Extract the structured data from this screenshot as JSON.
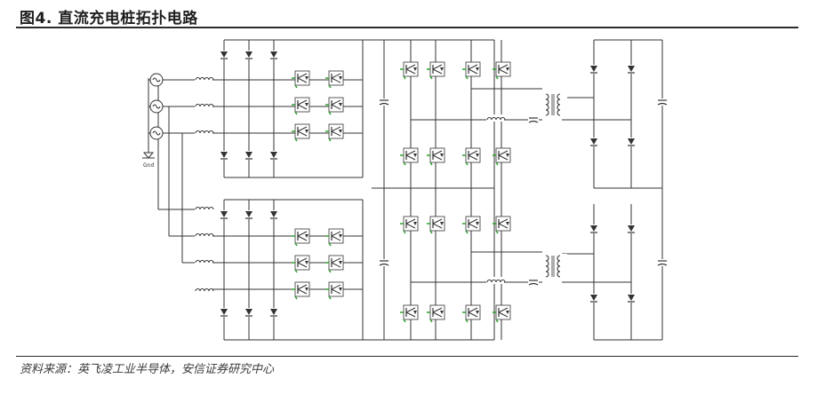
{
  "figure": {
    "title": "图4. 直流充电桩拓扑电路"
  },
  "diagram": {
    "ground_label": "Gnd"
  },
  "source": {
    "text": "资料来源：英飞凌工业半导体，安信证券研究中心"
  }
}
